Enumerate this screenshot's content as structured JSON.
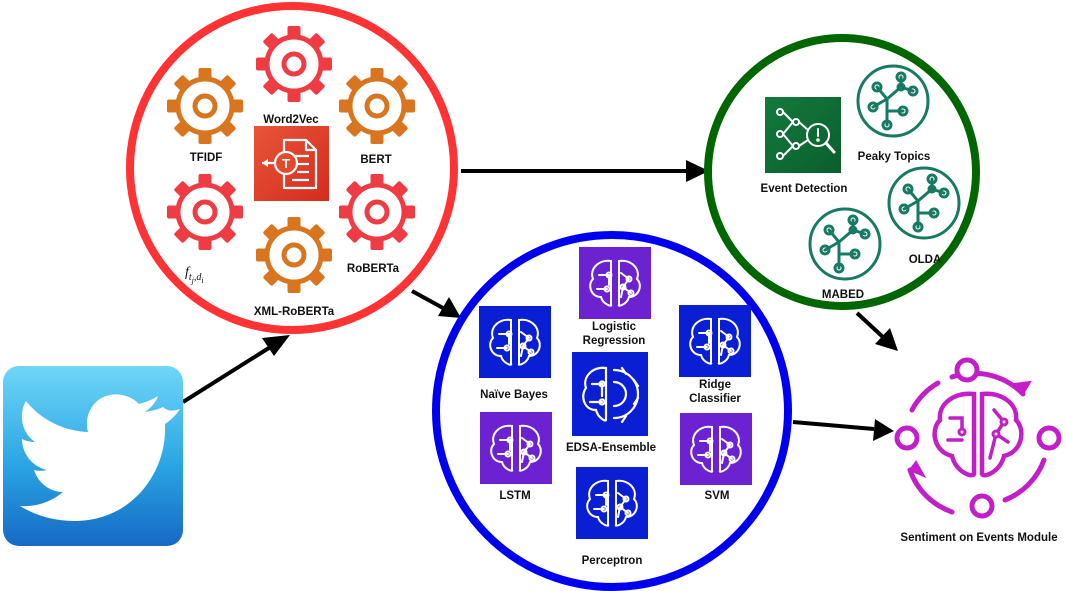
{
  "colors": {
    "embedding_ring": "#ff3333",
    "classifier_ring": "#0000ee",
    "event_ring": "#006600",
    "gear_orange": "#d9751f",
    "gear_red": "#ee3b44",
    "topic_teal": "#177a63",
    "module_magenta": "#c31fc8",
    "nn_blue": "#0a1fd4",
    "nn_purple": "#6d22d2",
    "twitter_blue": "#2ba3e3"
  },
  "embeddings": {
    "items": [
      {
        "label": "Word2Vec",
        "icon": "gear-icon"
      },
      {
        "label": "TFIDF",
        "icon": "gear-icon"
      },
      {
        "label": "BERT",
        "icon": "gear-icon"
      },
      {
        "label": "RoBERTa",
        "icon": "gear-icon"
      },
      {
        "label": "XML-RoBERTa",
        "icon": "gear-icon"
      }
    ],
    "formula": {
      "base": "f",
      "sub1": "t",
      "sub2": "j",
      "sep": ",",
      "sub3": "d",
      "sub4": "i"
    },
    "center_icon": "document-processing-icon"
  },
  "classifiers": {
    "items": [
      {
        "label_lines": [
          "Logistic",
          "Regression"
        ],
        "icon": "neural-network-icon"
      },
      {
        "label_lines": [
          "Naïve Bayes"
        ],
        "icon": "neural-network-icon"
      },
      {
        "label_lines": [
          "Ridge",
          "Classifier"
        ],
        "icon": "neural-network-icon"
      },
      {
        "label_lines": [
          "EDSA-Ensemble"
        ],
        "icon": "brain-gear-icon"
      },
      {
        "label_lines": [
          "LSTM"
        ],
        "icon": "neural-network-icon"
      },
      {
        "label_lines": [
          "SVM"
        ],
        "icon": "neural-network-icon"
      },
      {
        "label_lines": [
          "Perceptron"
        ],
        "icon": "neural-network-icon"
      }
    ]
  },
  "events": {
    "items": [
      {
        "label": "Event Detection",
        "icon": "event-detection-icon"
      },
      {
        "label": "Peaky Topics",
        "icon": "topic-tree-icon"
      },
      {
        "label": "OLDA",
        "icon": "topic-tree-icon"
      },
      {
        "label": "MABED",
        "icon": "topic-tree-icon"
      }
    ]
  },
  "module": {
    "label": "Sentiment on Events Module",
    "icon": "brain-cycle-icon"
  },
  "source": {
    "icon": "twitter-bird-icon"
  }
}
